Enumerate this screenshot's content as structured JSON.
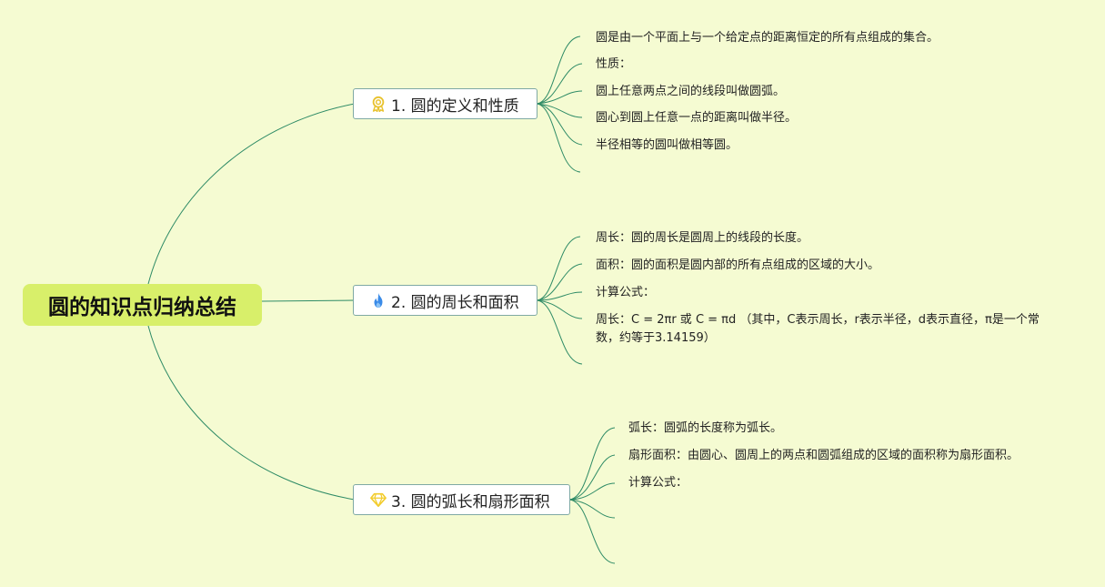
{
  "root": {
    "title": "圆的知识点归纳总结"
  },
  "branches": [
    {
      "label": "1. 圆的定义和性质",
      "icon": "award-ribbon-icon",
      "color": "#e8c22e",
      "items": [
        "圆是由一个平面上与一个给定点的距离恒定的所有点组成的集合。",
        "性质：",
        "圆上任意两点之间的线段叫做圆弧。",
        "圆心到圆上任意一点的距离叫做半径。",
        "半径相等的圆叫做相等圆。"
      ]
    },
    {
      "label": "2. 圆的周长和面积",
      "icon": "flame-icon",
      "color": "#3a8be8",
      "items": [
        "周长：圆的周长是圆周上的线段的长度。",
        "面积：圆的面积是圆内部的所有点组成的区域的大小。",
        "计算公式：",
        "周长：C = 2πr 或 C = πd （其中，C表示周长，r表示半径，d表示直径，π是一个常数，约等于3.14159）"
      ]
    },
    {
      "label": "3. 圆的弧长和扇形面积",
      "icon": "diamond-icon",
      "color": "#f2cc2c",
      "items": [
        "弧长：圆弧的长度称为弧长。",
        "扇形面积：由圆心、圆周上的两点和圆弧组成的区域的面积称为扇形面积。",
        "计算公式："
      ]
    }
  ],
  "colors": {
    "background": "#f5fbd2",
    "root": "#d8ef6a",
    "line": "#2e8b66"
  }
}
